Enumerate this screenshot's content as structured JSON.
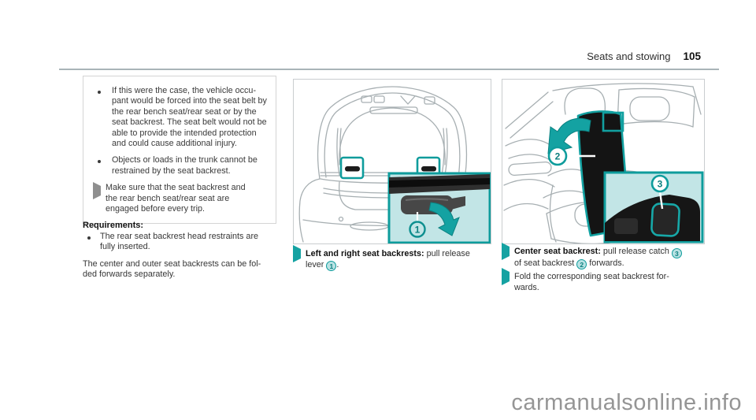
{
  "header": {
    "section_title": "Seats and stowing",
    "page_number": "105"
  },
  "note_box": {
    "items": [
      {
        "marker": "bullet",
        "text": "If this were the case, the vehicle occu-\npant would be forced into the seat belt by\nthe rear bench seat/rear seat or by the\nseat backrest. The seat belt would not be\nable to provide the intended protection\nand could cause additional injury."
      },
      {
        "marker": "bullet",
        "text": "Objects or loads in the trunk cannot be\nrestrained by the seat backrest."
      },
      {
        "marker": "arrow",
        "text": "Make sure that the seat backrest and\nthe rear bench seat/rear seat are\nengaged before every trip."
      }
    ]
  },
  "requirements": {
    "heading": "Requirements:",
    "bullet_text": "The rear seat backrest head restraints are\nfully inserted.",
    "paragraph": "The center and outer seat backrests can be fol-\nded forwards separately."
  },
  "instructions": {
    "left_right": {
      "bold": "Left and right seat backrests:",
      "after_bold": " pull release\nlever ",
      "badge": "1",
      "after_badge": "."
    },
    "center": {
      "bold": "Center seat backrest:",
      "after_bold": " pull release catch ",
      "badge_a": "3",
      "between": "\nof seat backrest ",
      "badge_b": "2",
      "after": " forwards."
    },
    "fold": {
      "text": "Fold the corresponding seat backrest for-\nwards."
    }
  },
  "figures": {
    "trunk": {
      "lever_badge": "1"
    },
    "interior": {
      "backrest_badge": "2",
      "catch_badge": "3"
    }
  },
  "watermark": "carmanualsonline.info",
  "colors": {
    "accent_teal": "#0e9c9c",
    "light_teal_bar": "#cdeaea",
    "inset_background": "#c2e5e6",
    "line_art_gray": "#a7afb2",
    "note_border": "#d4d4d4",
    "watermark_gray": "#959595"
  }
}
